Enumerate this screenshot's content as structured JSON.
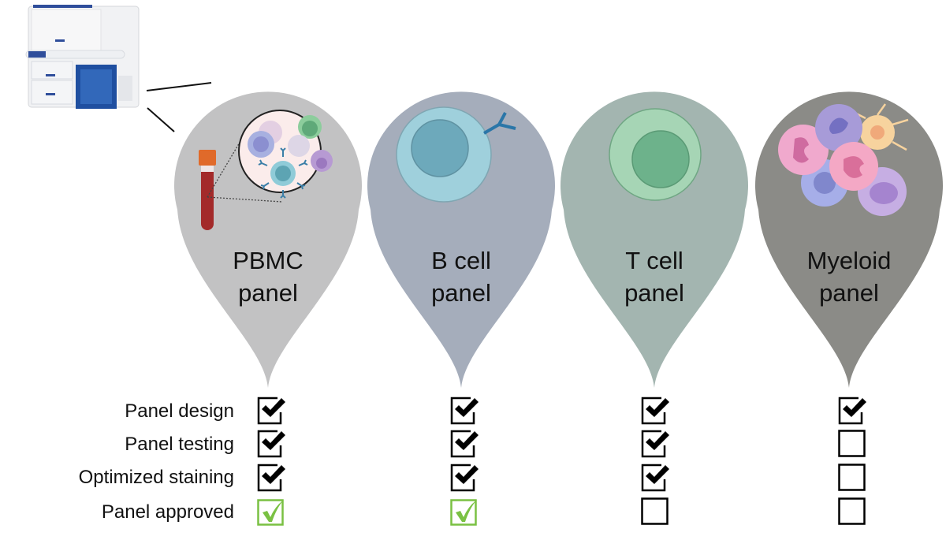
{
  "instrument": {
    "name": "flow cytometer instrument"
  },
  "panels": [
    {
      "id": "pbmc",
      "title_line1": "PBMC",
      "title_line2": "panel",
      "color": "#c2c2c3",
      "icon": "blood-tube-with-cells-icon"
    },
    {
      "id": "bcell",
      "title_line1": "B cell",
      "title_line2": "panel",
      "color": "#a5adbb",
      "icon": "b-cell-with-antibody-icon"
    },
    {
      "id": "tcell",
      "title_line1": "T cell",
      "title_line2": "panel",
      "color": "#a3b5b0",
      "icon": "t-cell-icon"
    },
    {
      "id": "myeloid",
      "title_line1": "Myeloid",
      "title_line2": "panel",
      "color": "#8b8b87",
      "icon": "myeloid-cells-icon"
    }
  ],
  "steps": [
    "Panel design",
    "Panel testing",
    "Optimized staining",
    "Panel approved"
  ],
  "status": {
    "pbmc": [
      "checked",
      "checked",
      "checked",
      "approved"
    ],
    "bcell": [
      "checked",
      "checked",
      "checked",
      "approved"
    ],
    "tcell": [
      "checked",
      "checked",
      "checked",
      "empty"
    ],
    "myeloid": [
      "checked",
      "empty",
      "empty",
      "empty"
    ]
  },
  "colors": {
    "check": "#000000",
    "approved": "#7ac143",
    "box": "#000000"
  }
}
